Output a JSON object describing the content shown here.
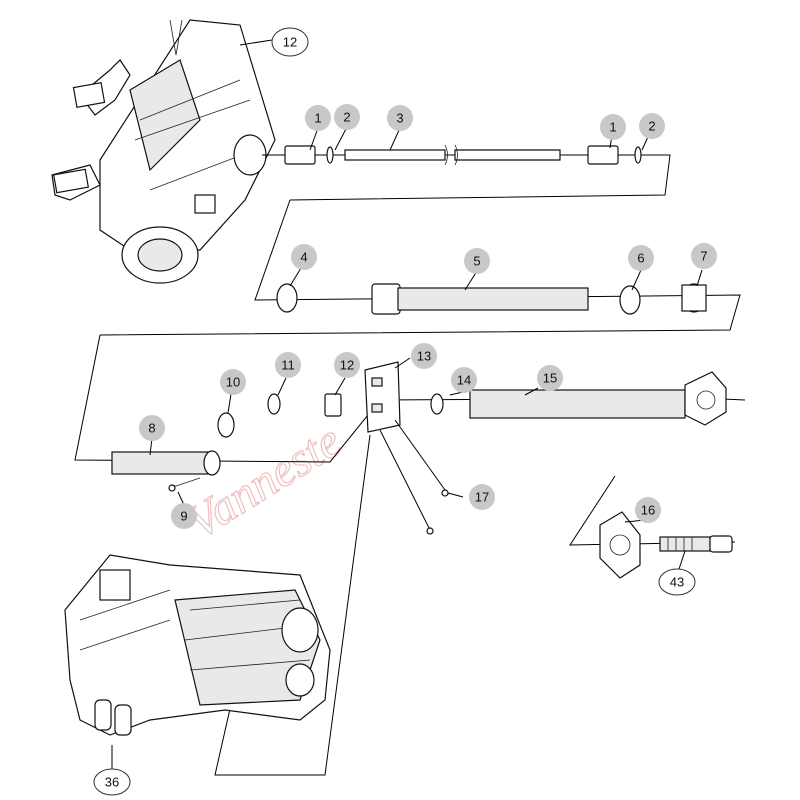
{
  "diagram": {
    "watermark": "Vanneste",
    "callouts": [
      {
        "id": "c1a",
        "label": "1"
      },
      {
        "id": "c2a",
        "label": "2"
      },
      {
        "id": "c3",
        "label": "3"
      },
      {
        "id": "c1b",
        "label": "1"
      },
      {
        "id": "c2b",
        "label": "2"
      },
      {
        "id": "c4",
        "label": "4"
      },
      {
        "id": "c5",
        "label": "5"
      },
      {
        "id": "c6",
        "label": "6"
      },
      {
        "id": "c7",
        "label": "7"
      },
      {
        "id": "c8",
        "label": "8"
      },
      {
        "id": "c9",
        "label": "9"
      },
      {
        "id": "c10",
        "label": "10"
      },
      {
        "id": "c11",
        "label": "11"
      },
      {
        "id": "c12b",
        "label": "12"
      },
      {
        "id": "c13",
        "label": "13"
      },
      {
        "id": "c14",
        "label": "14"
      },
      {
        "id": "c15",
        "label": "15"
      },
      {
        "id": "c16",
        "label": "16"
      },
      {
        "id": "c17",
        "label": "17"
      },
      {
        "id": "c12",
        "label": "12"
      },
      {
        "id": "c36",
        "label": "36"
      },
      {
        "id": "c43",
        "label": "43"
      }
    ]
  }
}
